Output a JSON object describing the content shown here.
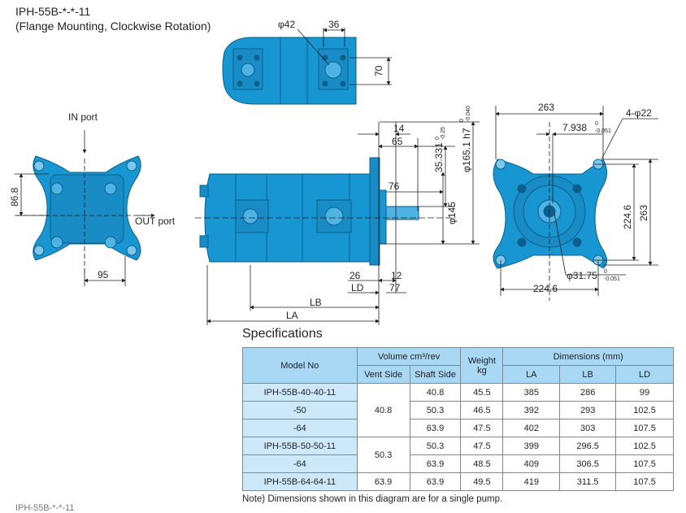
{
  "header": {
    "title": "IPH-55B-*-*-11",
    "subtitle": "(Flange Mounting, Clockwise Rotation)"
  },
  "drawing": {
    "colors": {
      "pump_body": "#1796d2",
      "pump_dark": "#0b5f8c",
      "line": "#231f20"
    },
    "top_view": {
      "dim_hole": "φ42",
      "dim_width": "36",
      "dim_height": "70"
    },
    "front_view": {
      "in_port": "IN port",
      "out_port": "OUT port",
      "dim_86_8": "86.8",
      "dim_95": "95"
    },
    "side_view": {
      "dim_14": "14",
      "dim_65": "65",
      "dim_35": "35.331",
      "dim_35_tol_top": "0",
      "dim_35_tol_bot": "-0.25",
      "dim_165": "φ165.1 h7",
      "dim_165_tol_top": "0",
      "dim_165_tol_bot": "-0.040",
      "dim_76": "76",
      "dim_145": "φ145",
      "dim_26": "26",
      "dim_12": "12",
      "dim_LD": "LD",
      "dim_77": "77",
      "dim_LB": "LB",
      "dim_LA": "LA"
    },
    "flange_view": {
      "dim_263_top": "263",
      "dim_holes": "4-φ22",
      "dim_7938": "7.938",
      "dim_7938_tol_top": "0",
      "dim_7938_tol_bot": "-0.051",
      "dim_2246_v": "224.6",
      "dim_263_v": "263",
      "dim_3175": "φ31.75",
      "dim_3175_tol_top": "0",
      "dim_3175_tol_bot": "-0.051",
      "dim_2246_h": "224.6"
    }
  },
  "specifications": {
    "title": "Specifications",
    "headers": {
      "model_no": "Model No",
      "volume": "Volume cm³/rev",
      "vent_side": "Vent Side",
      "shaft_side": "Shaft Side",
      "weight": "Weight",
      "weight_unit": "kg",
      "dimensions": "Dimensions (mm)",
      "la": "LA",
      "lb": "LB",
      "ld": "LD"
    },
    "groups": [
      {
        "vent": "40.8",
        "rows": [
          {
            "model": "IPH-55B-40-40-11",
            "shaft": "40.8",
            "weight": "45.5",
            "la": "385",
            "lb": "286",
            "ld": "99"
          },
          {
            "model": "-50",
            "shaft": "50.3",
            "weight": "46.5",
            "la": "392",
            "lb": "293",
            "ld": "102.5"
          },
          {
            "model": "-64",
            "shaft": "63.9",
            "weight": "47.5",
            "la": "402",
            "lb": "303",
            "ld": "107.5"
          }
        ]
      },
      {
        "vent": "50.3",
        "rows": [
          {
            "model": "IPH-55B-50-50-11",
            "shaft": "50.3",
            "weight": "47.5",
            "la": "399",
            "lb": "296.5",
            "ld": "102.5"
          },
          {
            "model": "-64",
            "shaft": "63.9",
            "weight": "48.5",
            "la": "409",
            "lb": "306.5",
            "ld": "107.5"
          }
        ]
      },
      {
        "vent": "63.9",
        "rows": [
          {
            "model": "IPH-55B-64-64-11",
            "shaft": "63.9",
            "weight": "49.5",
            "la": "419",
            "lb": "311.5",
            "ld": "107.5"
          }
        ]
      }
    ],
    "note": "Note) Dimensions shown in this diagram are for a single pump."
  },
  "footer": {
    "cut_off_text": "IPH-55B-*-*-11"
  }
}
